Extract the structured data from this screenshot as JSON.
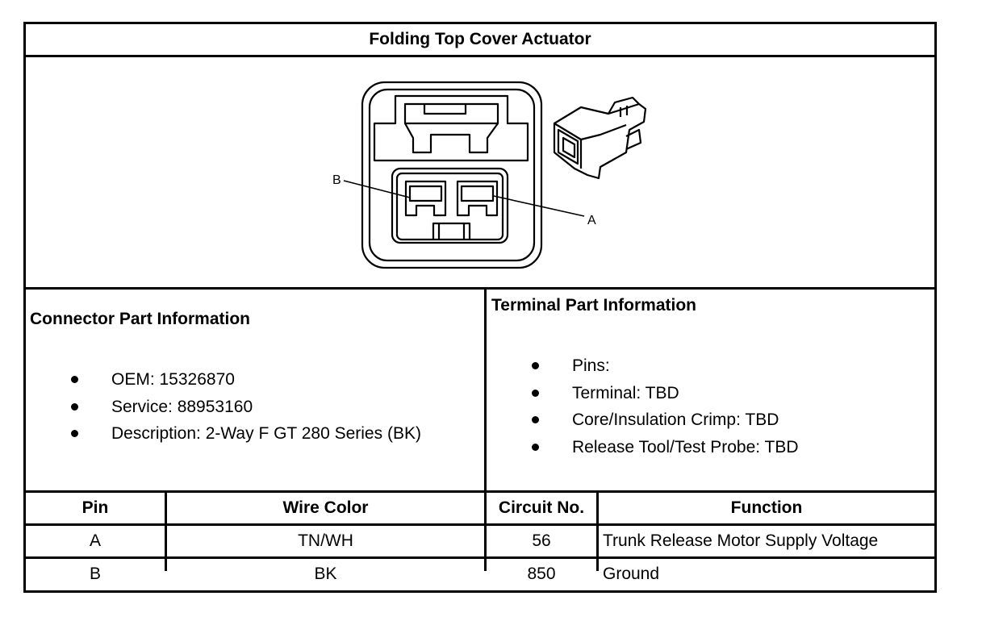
{
  "title": "Folding Top Cover Actuator",
  "diagram": {
    "label_a": "A",
    "label_b": "B"
  },
  "connector": {
    "heading": "Connector Part Information",
    "items": [
      "OEM: 15326870",
      "Service: 88953160",
      "Description: 2-Way F GT 280 Series (BK)"
    ]
  },
  "terminal": {
    "heading": "Terminal Part Information",
    "items": [
      "Pins:",
      "Terminal: TBD",
      "Core/Insulation Crimp: TBD",
      "Release Tool/Test Probe: TBD"
    ]
  },
  "table": {
    "headers": [
      "Pin",
      "Wire Color",
      "Circuit No.",
      "Function"
    ],
    "rows": [
      [
        "A",
        "TN/WH",
        "56",
        "Trunk Release Motor Supply Voltage"
      ],
      [
        "B",
        "BK",
        "850",
        "Ground"
      ]
    ]
  }
}
